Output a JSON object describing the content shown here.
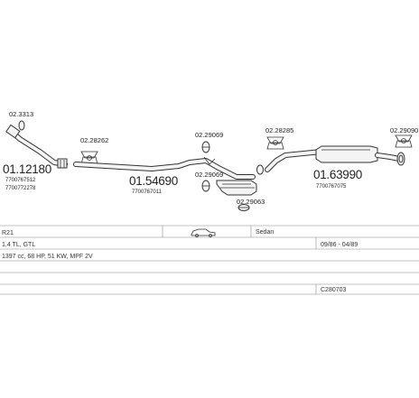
{
  "parts": {
    "p_21313": "02.3313",
    "p_12180": "01.12180",
    "p_12180_ref1": "7700767512",
    "p_12180_ref2": "7700772278",
    "p_28262": "02.28262",
    "p_54690": "01.54690",
    "p_54690_ref": "7700767011",
    "p_29069_top": "02.29069",
    "p_29069_bottom": "02.29069",
    "p_28285": "02.28285",
    "p_29063": "02.29063",
    "p_63990": "01.63990",
    "p_63990_ref": "7700767075",
    "p_29090": "02.29090"
  },
  "info": {
    "model": "R21",
    "body_type": "Sedan",
    "engine": "1.4 TL, GTL",
    "years": "09/86 - 04/89",
    "specs": "1397 cc, 68 HP, 51 KW, MPF 2V",
    "code": "C280703"
  }
}
